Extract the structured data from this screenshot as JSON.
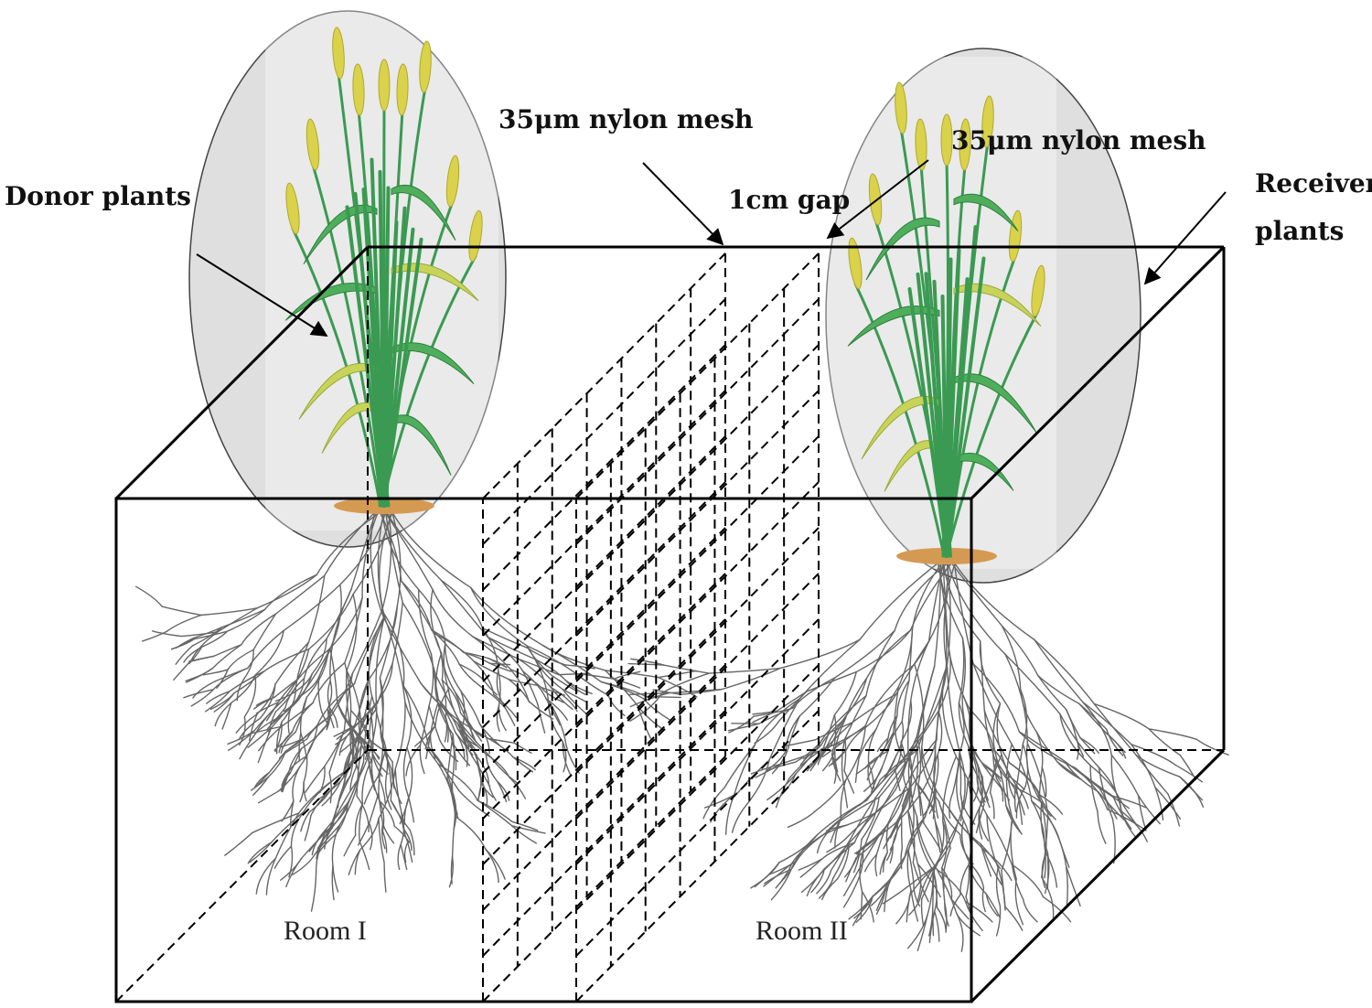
{
  "labels": {
    "donor": "Donor plants",
    "mesh_left": "35μm nylon mesh",
    "mesh_right": "35μm nylon mesh",
    "gap": "1cm gap",
    "receiver_line1": "Receiver",
    "receiver_line2": "plants",
    "room1": "Room I",
    "room2": "Room II"
  },
  "colors": {
    "highlight_ellipse": "#d4d4d4",
    "leaf": "#4fae5c",
    "spike": "#d9d24a",
    "root": "#666666",
    "soil": "#d59a52"
  }
}
